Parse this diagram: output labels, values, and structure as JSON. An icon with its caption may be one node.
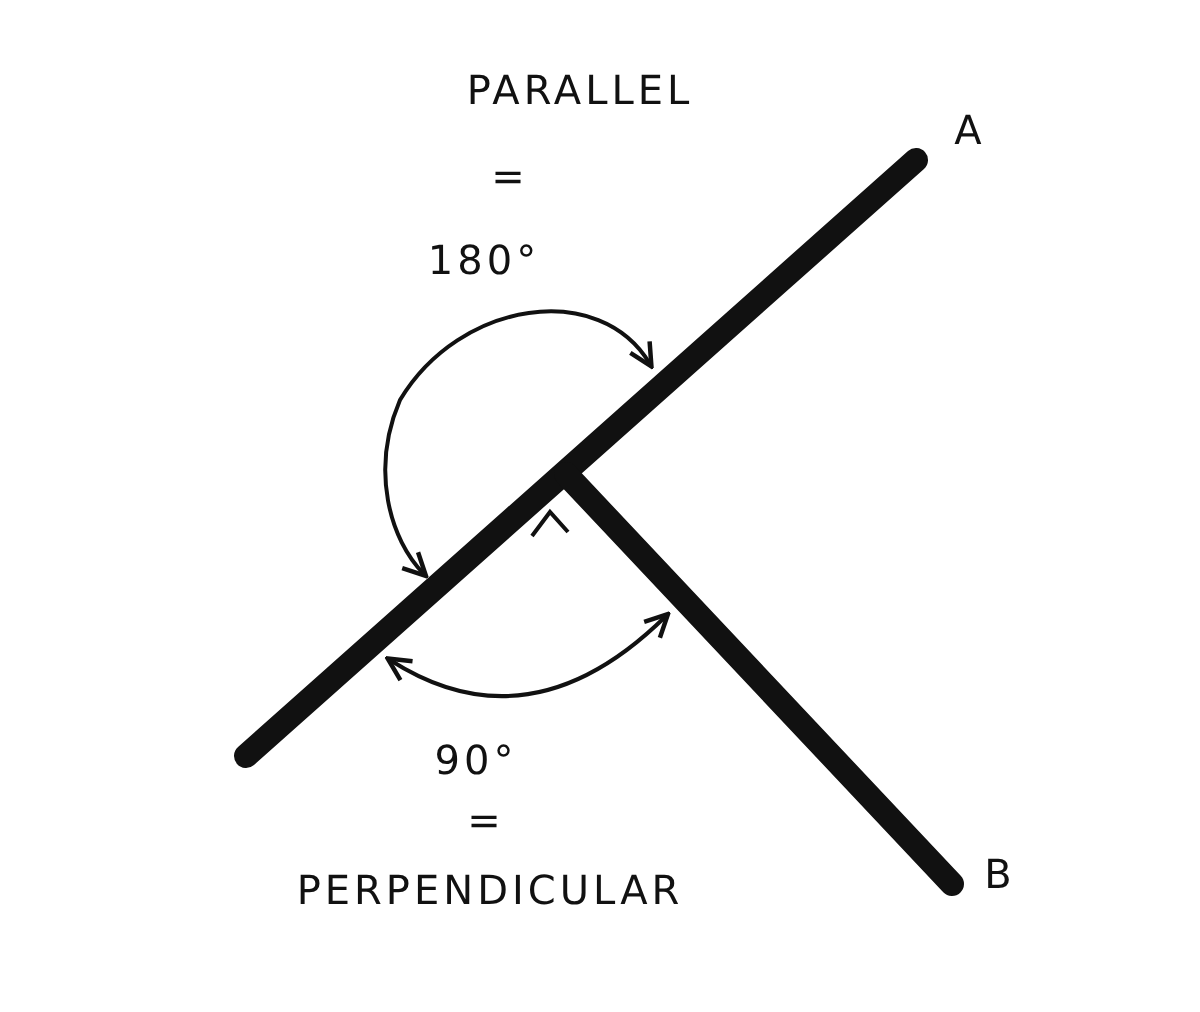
{
  "diagram": {
    "labels": [
      "PARALLEL",
      "A",
      "=",
      "180°",
      "90°",
      "=",
      "PERPENDICULAR",
      "B"
    ]
  }
}
